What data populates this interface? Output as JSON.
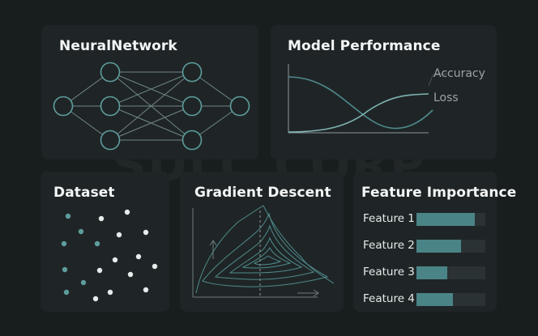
{
  "watermark": "SDLC CORP",
  "neural_network": {
    "title": "NeuralNetwork",
    "layers": [
      1,
      3,
      3,
      1
    ]
  },
  "model_performance": {
    "title": "Model Performance",
    "series": [
      {
        "name": "Accuracy",
        "color": "#4f8a8c"
      },
      {
        "name": "Loss",
        "color": "#7fb3b2"
      }
    ]
  },
  "dataset": {
    "title": "Dataset",
    "teal_color": "#5e9d9d",
    "white_color": "#e6ecec"
  },
  "gradient_descent": {
    "title": "Gradient Descent"
  },
  "feature_importance": {
    "title": "Feature Importance",
    "bar_color": "#4a8487",
    "track_color": "#2a3234",
    "features": [
      {
        "label": "Feature 1",
        "value": 0.85
      },
      {
        "label": "Feature 2",
        "value": 0.65
      },
      {
        "label": "Feature 3",
        "value": 0.45
      },
      {
        "label": "Feature 4",
        "value": 0.53
      }
    ]
  }
}
